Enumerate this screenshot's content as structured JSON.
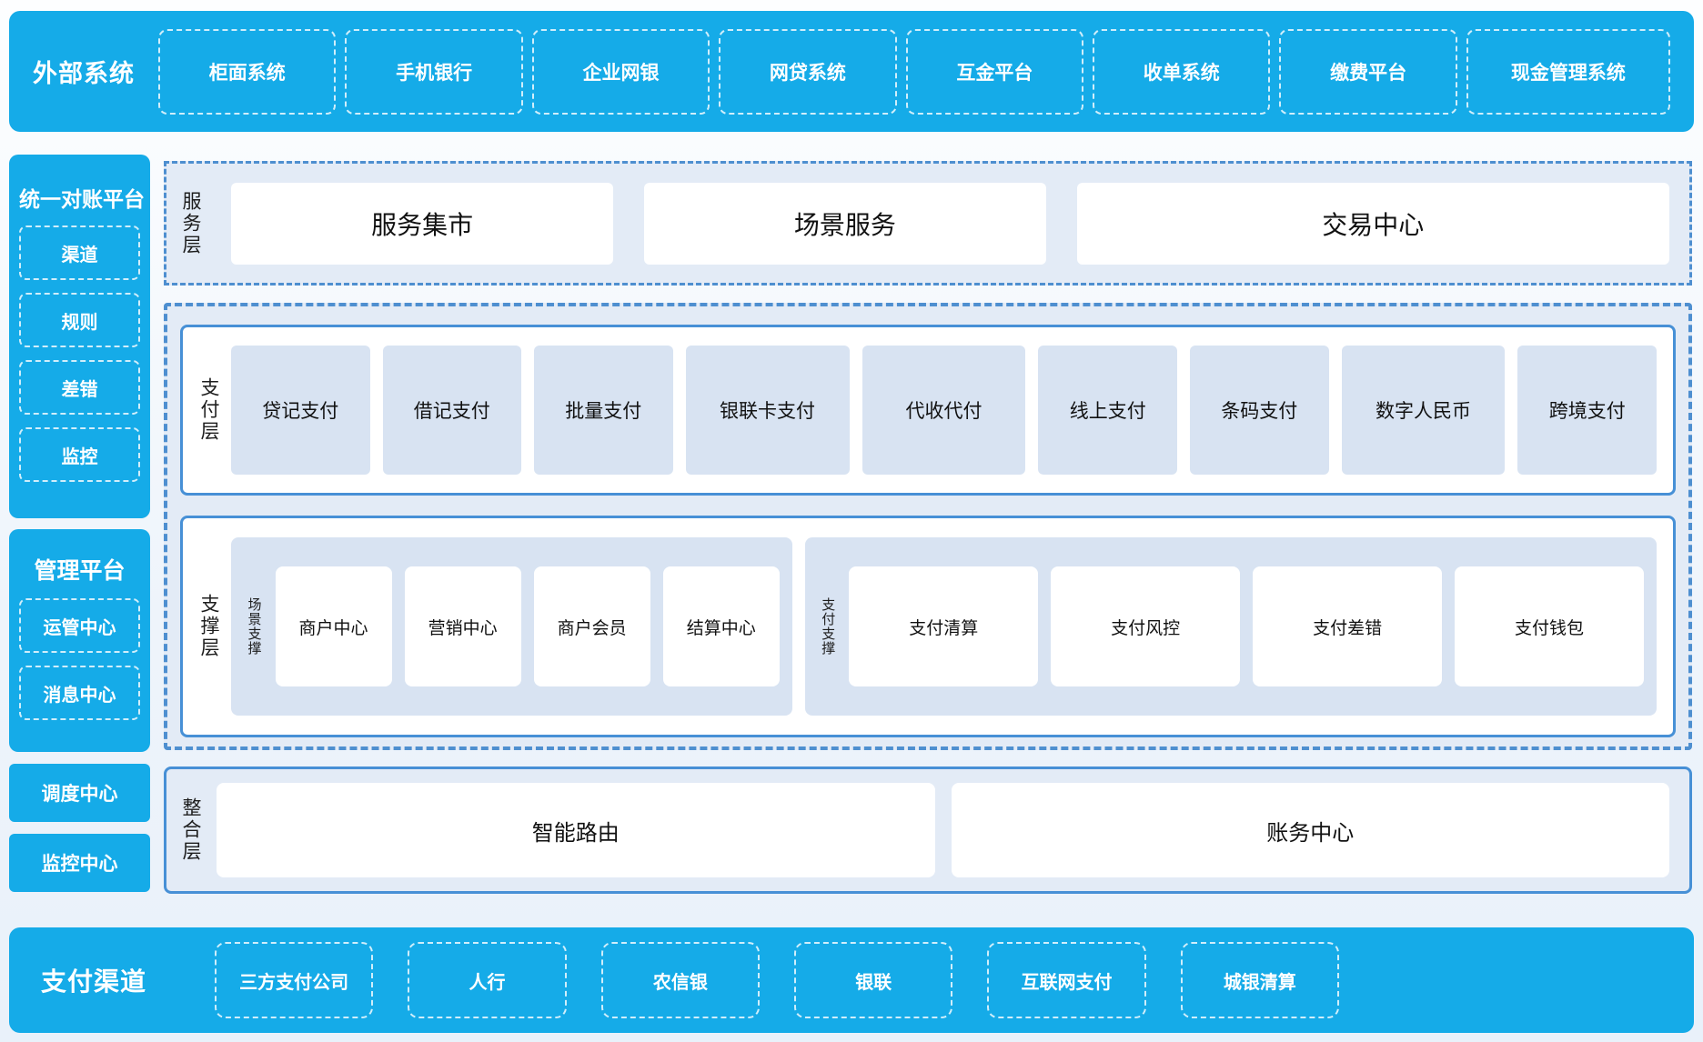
{
  "colors": {
    "brand_blue": "#15abe8",
    "border_blue_dashed": "#4e8fd0",
    "border_blue_solid": "#4790d6",
    "panel_light_blue": "#e3ebf6",
    "item_steel_blue": "#d8e3f2",
    "white": "#ffffff",
    "text_dark": "#111111"
  },
  "external_systems": {
    "title": "外部系统",
    "items": [
      "柜面系统",
      "手机银行",
      "企业网银",
      "网贷系统",
      "互金平台",
      "收单系统",
      "缴费平台",
      "现金管理系统"
    ]
  },
  "sidebar": {
    "reconciliation": {
      "title": "统一对账平台",
      "items": [
        "渠道",
        "规则",
        "差错",
        "监控"
      ]
    },
    "management": {
      "title": "管理平台",
      "items": [
        "运管中心",
        "消息中心"
      ]
    },
    "scheduling_center": "调度中心",
    "monitoring_center": "监控中心"
  },
  "service_layer": {
    "label": "服务层",
    "items": [
      "服务集市",
      "场景服务",
      "交易中心"
    ]
  },
  "payment_layer": {
    "label": "支付层",
    "items": [
      "贷记支付",
      "借记支付",
      "批量支付",
      "银联卡支付",
      "代收代付",
      "线上支付",
      "条码支付",
      "数字人民币",
      "跨境支付"
    ]
  },
  "support_layer": {
    "label": "支撑层",
    "scene_group": {
      "label": "场景支撑",
      "items": [
        "商户中心",
        "营销中心",
        "商户会员",
        "结算中心"
      ]
    },
    "pay_group": {
      "label": "支付支撑",
      "items": [
        "支付清算",
        "支付风控",
        "支付差错",
        "支付钱包"
      ]
    }
  },
  "integration_layer": {
    "label": "整合层",
    "items": [
      "智能路由",
      "账务中心"
    ]
  },
  "payment_channels": {
    "title": "支付渠道",
    "items": [
      "三方支付公司",
      "人行",
      "农信银",
      "银联",
      "互联网支付",
      "城银清算"
    ]
  }
}
